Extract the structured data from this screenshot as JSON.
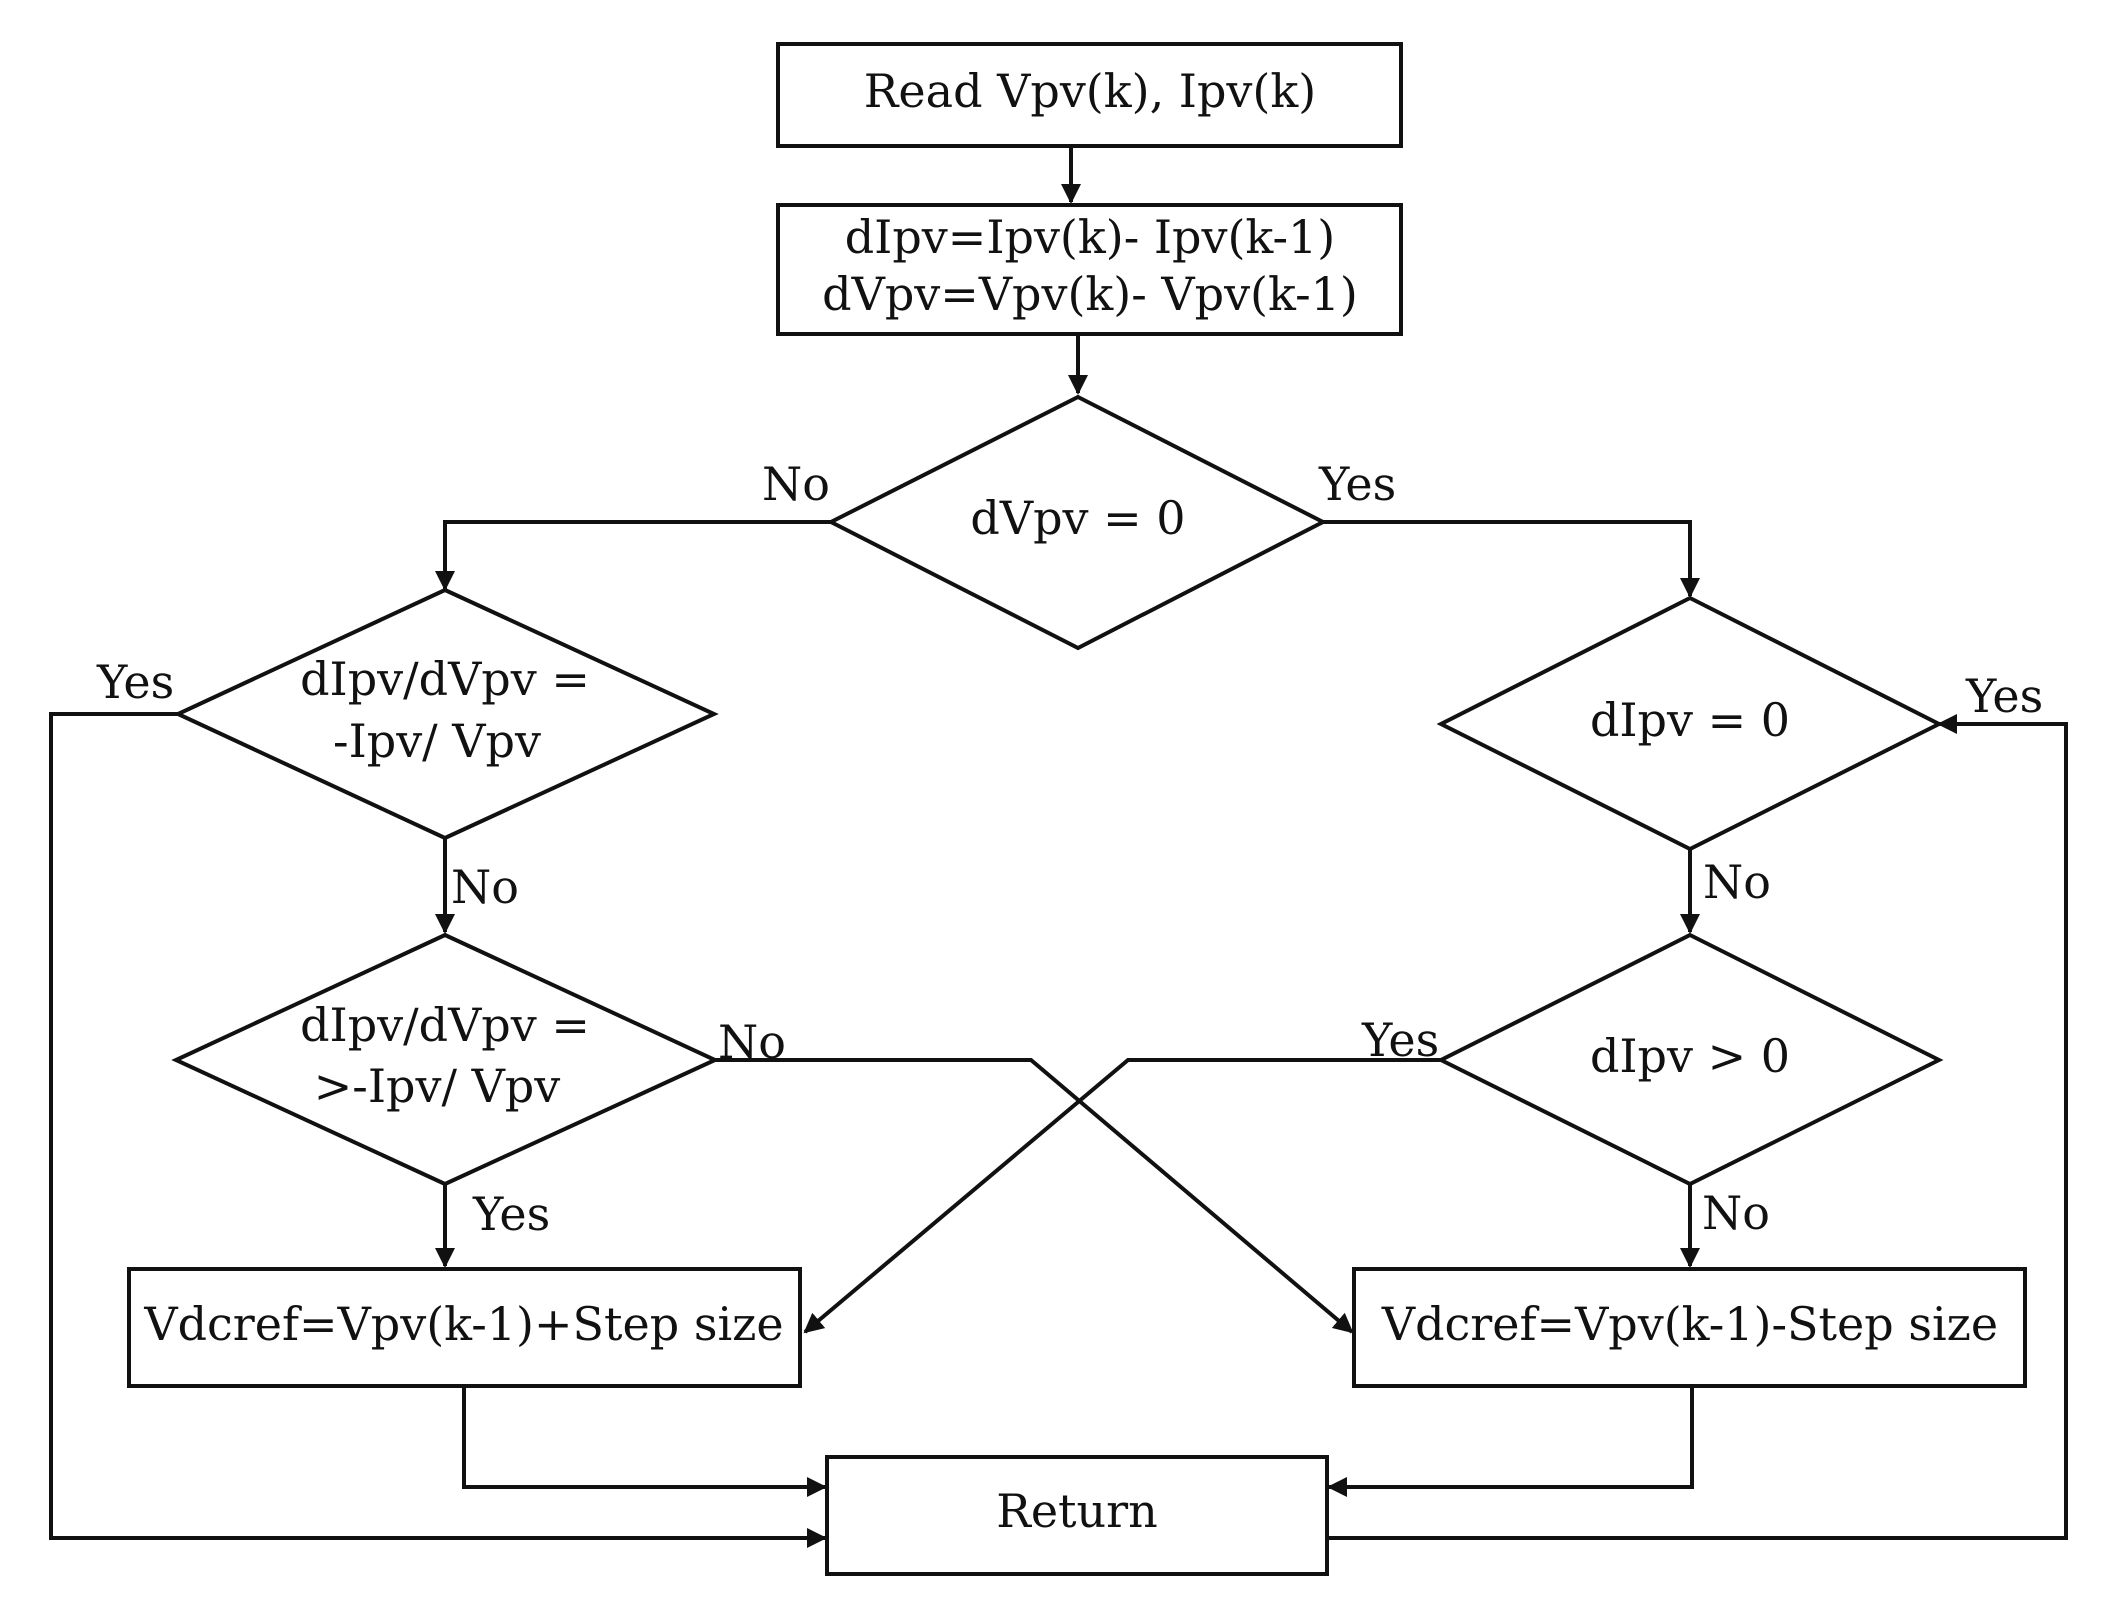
{
  "diagram": {
    "nodes": {
      "read": {
        "lines": [
          "Read Vpv(k), Ipv(k)"
        ]
      },
      "calc": {
        "lines": [
          "dIpv=Ipv(k)- Ipv(k-1)",
          "dVpv=Vpv(k)- Vpv(k-1)"
        ]
      },
      "d_dv": {
        "lines": [
          "dVpv = 0"
        ]
      },
      "d_inc_eq": {
        "lines": [
          "dIpv/dVpv =",
          "-Ipv/ Vpv"
        ]
      },
      "d_inc_gt": {
        "lines": [
          "dIpv/dVpv =",
          ">-Ipv/ Vpv"
        ]
      },
      "d_di0": {
        "lines": [
          "dIpv = 0"
        ]
      },
      "d_digt": {
        "lines": [
          "dIpv > 0"
        ]
      },
      "inc": {
        "lines": [
          "Vdcref=Vpv(k-1)+Step size"
        ]
      },
      "dec": {
        "lines": [
          "Vdcref=Vpv(k-1)-Step size"
        ]
      },
      "ret": {
        "lines": [
          "Return"
        ]
      }
    },
    "edge_labels": {
      "dv_no": "No",
      "dv_yes": "Yes",
      "inc_eq_yes": "Yes",
      "inc_eq_no": "No",
      "inc_gt_no": "No",
      "inc_gt_yes": "Yes",
      "di0_yes": "Yes",
      "di0_no": "No",
      "digt_yes": "Yes",
      "digt_no": "No"
    }
  }
}
